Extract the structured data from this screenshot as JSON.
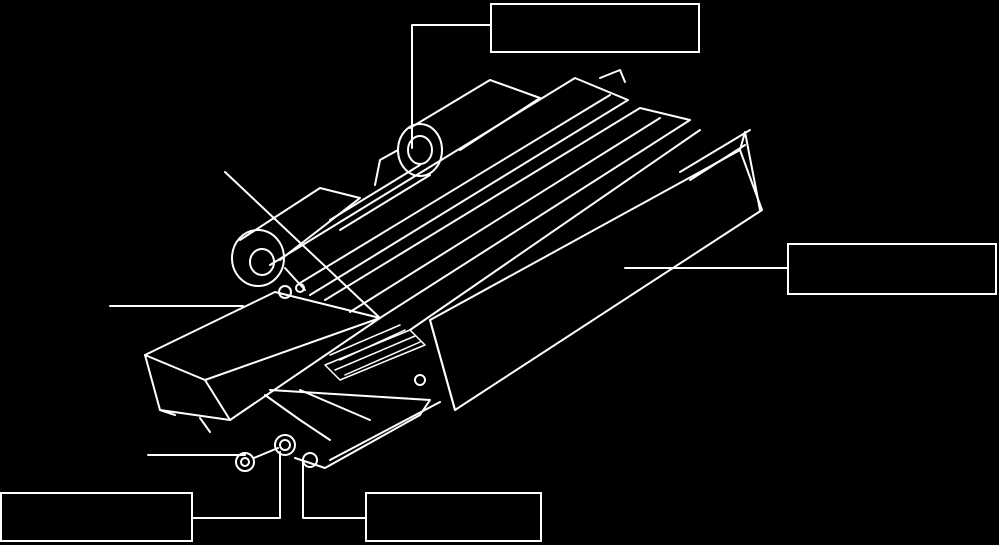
{
  "figure": {
    "background": "#000000",
    "line_color": "#ffffff",
    "subject": "unit-isometric-drawing"
  },
  "callouts": [
    {
      "id": "top",
      "label": ""
    },
    {
      "id": "right",
      "label": ""
    },
    {
      "id": "bottom-left",
      "label": ""
    },
    {
      "id": "bottom-center",
      "label": ""
    }
  ]
}
